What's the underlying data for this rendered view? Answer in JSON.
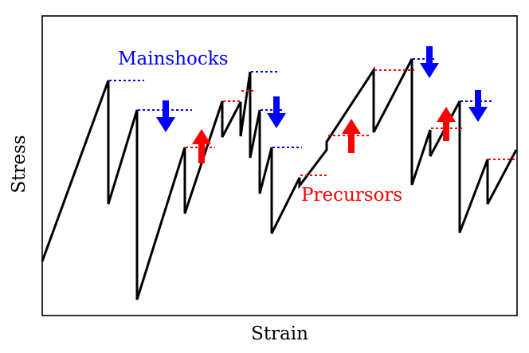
{
  "labels": {
    "x_axis": "Strain",
    "y_axis": "Stress",
    "mainshocks": "Mainshocks",
    "precursors": "Precursors"
  },
  "colors": {
    "frame": "#000000",
    "curve": "#000000",
    "mainshock": "#0000ff",
    "precursor": "#ff0000"
  },
  "icons": {
    "mainshock_marker": "arrow-down-icon",
    "precursor_marker": "arrow-up-icon"
  }
}
